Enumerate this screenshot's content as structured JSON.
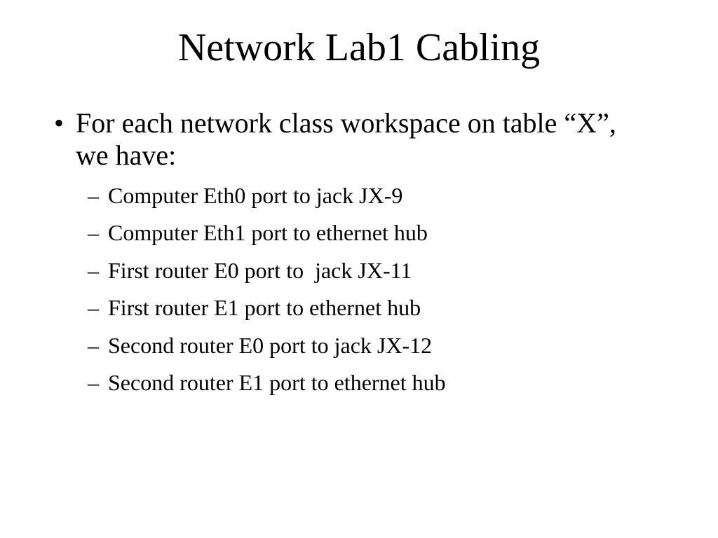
{
  "slide": {
    "title": "Network Lab1 Cabling",
    "bullet": {
      "marker": "•",
      "text": "For each network class workspace on table “X”, we have:"
    },
    "sub_marker": "–",
    "sub_items": [
      {
        "text": "Computer Eth0 port to jack JX-9"
      },
      {
        "text": "Computer Eth1 port to ethernet hub"
      },
      {
        "text": "First router E0 port to  jack JX-11"
      },
      {
        "text": "First router E1 port to ethernet hub"
      },
      {
        "text": "Second router E0 port to jack JX-12"
      },
      {
        "text": "Second router E1 port to ethernet hub"
      }
    ]
  }
}
